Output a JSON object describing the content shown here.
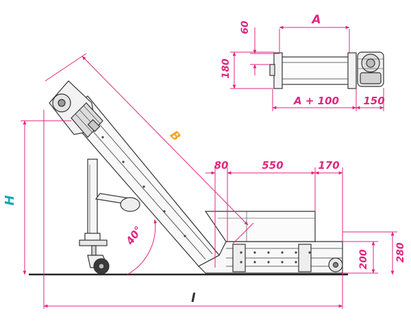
{
  "colors": {
    "dimension": "#e0267f",
    "highlight_b": "#f5a623",
    "highlight_h": "#1fa3b4",
    "machine": "#333333",
    "ground": "#222222"
  },
  "dimensions": {
    "a": "A",
    "a_plus_100": "A + 100",
    "d60": "60",
    "d180": "180",
    "d150": "150",
    "b": "B",
    "d80": "80",
    "d550": "550",
    "d170": "170",
    "h": "H",
    "d200": "200",
    "d280": "280",
    "angle": "40°",
    "l": "l"
  }
}
